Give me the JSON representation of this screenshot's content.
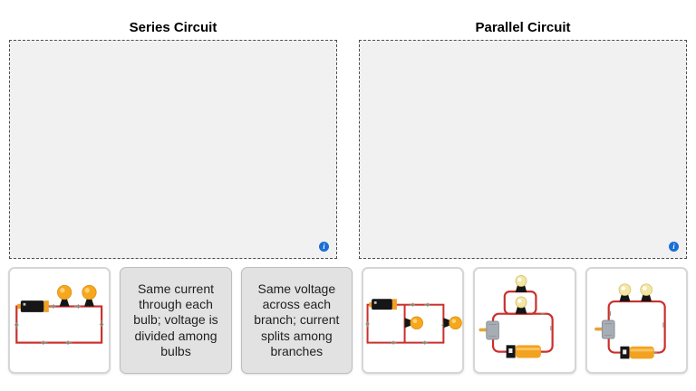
{
  "colors": {
    "wire_red": "#c9302c",
    "battery_black": "#161616",
    "battery_orange": "#f2a221",
    "bulb_bright": "#f6a71d",
    "bulb_dim": "#f3e6a8",
    "motor_gray": "#a7adb4",
    "arrow_green_gray": "#7f957f",
    "info_blue": "#1a6fd4",
    "dropzone_bg": "#f1f1f1",
    "dropzone_border": "#4d4d4d",
    "text_card_bg": "#e2e2e2"
  },
  "zones": [
    {
      "title": "Series Circuit",
      "info_icon": {
        "name": "info-icon",
        "glyph": "i"
      }
    },
    {
      "title": "Parallel Circuit",
      "info_icon": {
        "name": "info-icon",
        "glyph": "i"
      }
    }
  ],
  "cards": [
    {
      "type": "image",
      "image": "series-circuit-battery-two-bright-bulbs"
    },
    {
      "type": "text",
      "label": "Same current through each bulb; voltage is divided among bulbs"
    },
    {
      "type": "text",
      "label": "Same voltage across each branch; current splits among branches"
    },
    {
      "type": "image",
      "image": "parallel-circuit-ladder-battery-two-bright-bulbs"
    },
    {
      "type": "image",
      "image": "parallel-circuit-battery-switch-two-stacked-bulbs"
    },
    {
      "type": "image",
      "image": "series-circuit-battery-switch-two-bulbs"
    }
  ]
}
